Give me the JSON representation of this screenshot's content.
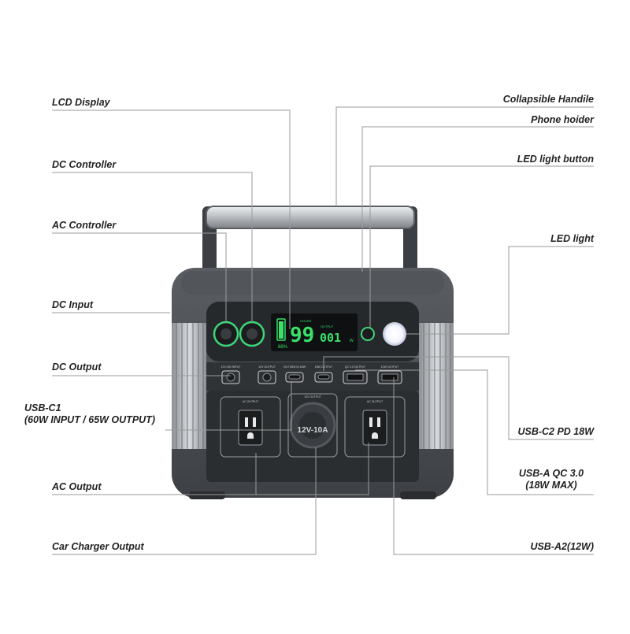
{
  "labels": {
    "lcd_display": "LCD Display",
    "dc_controller": "DC Controller",
    "ac_controller": "AC Controller",
    "dc_input": "DC Input",
    "dc_output": "DC Output",
    "usb_c1_line1": "USB-C1",
    "usb_c1_line2": "(60W INPUT / 65W OUTPUT)",
    "ac_output": "AC Output",
    "car_charger_output": "Car Charger Output",
    "collapsible_handle": "Collapsible Handile",
    "phone_holder": "Phone hoider",
    "led_light_button": "LED light button",
    "led_light": "LED light",
    "usb_c2": "USB-C2 PD 18W",
    "usb_a_qc_line1": "USB-A QC 3.0",
    "usb_a_qc_line2": "(18W MAX)",
    "usb_a2": "USB-A2(12W)"
  },
  "device": {
    "lcd": {
      "hours_label": "HOURS",
      "main_value": "99",
      "battery_percent": "88%",
      "output_label": "OUTPUT",
      "output_value": "001",
      "output_unit": "W"
    },
    "port_labels": {
      "dc_input": "12V-18V INPUT",
      "dc_output": "12V OUTPUT",
      "usb_c1": "OUT 65W IN 60W",
      "usb_c2": "18W OUTPUT",
      "usb_a_qc": "QC 3.0 OUTPUT",
      "usb_a2": "12W OUTPUT"
    },
    "ac_label_left": "AC OUTPUT",
    "ac_label_right": "AC OUTPUT",
    "car_label": "12V OUTPUT",
    "car_socket_text": "12V-10A"
  },
  "colors": {
    "body": "#4a4d50",
    "faceplate": "#2f3236",
    "lcd_green": "#39e06a",
    "leader_line": "#9a9a9a"
  }
}
